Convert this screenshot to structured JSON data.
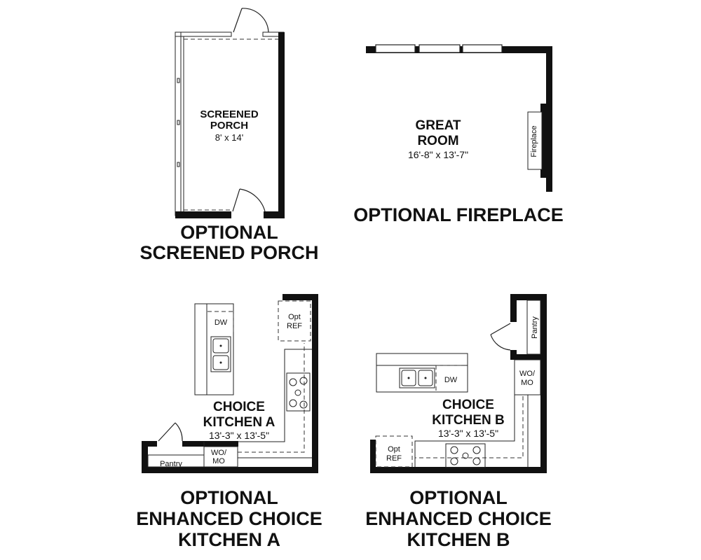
{
  "porch": {
    "name_line1": "SCREENED",
    "name_line2": "PORCH",
    "dimensions": "8' x 14'",
    "caption_line1": "OPTIONAL",
    "caption_line2": "SCREENED PORCH"
  },
  "great_room": {
    "name_line1": "GREAT",
    "name_line2": "ROOM",
    "dimensions": "16'-8\" x 13'-7\"",
    "fireplace_label": "Fireplace",
    "caption": "OPTIONAL FIREPLACE"
  },
  "kitchen_a": {
    "name_line1": "CHOICE",
    "name_line2": "KITCHEN A",
    "dimensions": "13'-3\" x 13'-5\"",
    "dw_label": "DW",
    "ref_line1": "Opt",
    "ref_line2": "REF",
    "wo_line1": "WO/",
    "wo_line2": "MO",
    "pantry_label": "Pantry",
    "caption_line1": "OPTIONAL",
    "caption_line2": "ENHANCED CHOICE",
    "caption_line3": "KITCHEN A"
  },
  "kitchen_b": {
    "name_line1": "CHOICE",
    "name_line2": "KITCHEN B",
    "dimensions": "13'-3\" x 13'-5\"",
    "dw_label": "DW",
    "ref_line1": "Opt",
    "ref_line2": "REF",
    "wo_line1": "WO/",
    "wo_line2": "MO",
    "pantry_label": "Pantry",
    "caption_line1": "OPTIONAL",
    "caption_line2": "ENHANCED CHOICE",
    "caption_line3": "KITCHEN B"
  }
}
